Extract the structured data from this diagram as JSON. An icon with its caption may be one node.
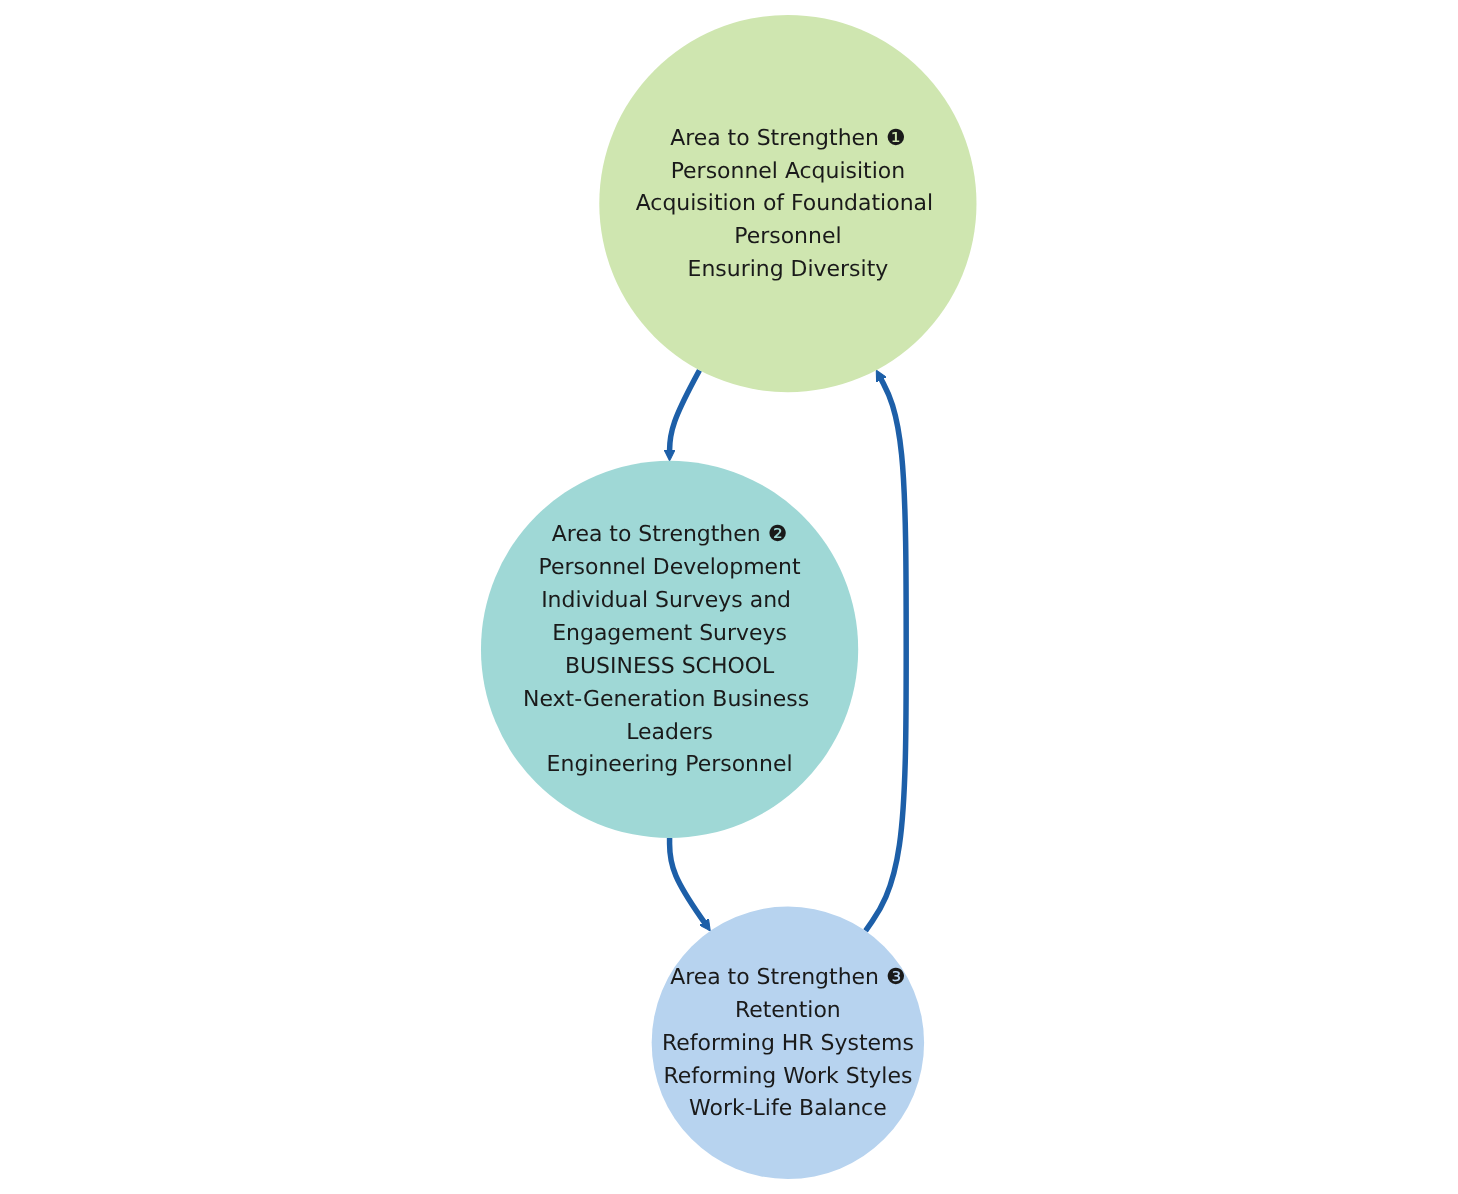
{
  "diagram": {
    "nodes": [
      {
        "text": [
          "Area to Strengthen ❶",
          "Personnel Acquisition",
          "Acquisition of Foundational Personnel",
          "Ensuring Diversity"
        ]
      },
      {
        "text": [
          "Area to Strengthen ❷",
          "Personnel Development",
          "Individual Surveys and Engagement Surveys",
          "BUSINESS SCHOOL",
          "Next-Generation Business Leaders",
          "Engineering Personnel"
        ]
      },
      {
        "text": [
          "Area to Strengthen ❸",
          "Retention",
          "Reforming HR Systems",
          "Reforming Work Styles",
          "Work-Life Balance"
        ]
      }
    ],
    "edges": [
      {
        "from": 0,
        "to": 1,
        "arrow": "to"
      },
      {
        "from": 1,
        "to": 2,
        "arrow": "to"
      },
      {
        "from": 2,
        "to": 0,
        "arrow": "to"
      }
    ]
  }
}
